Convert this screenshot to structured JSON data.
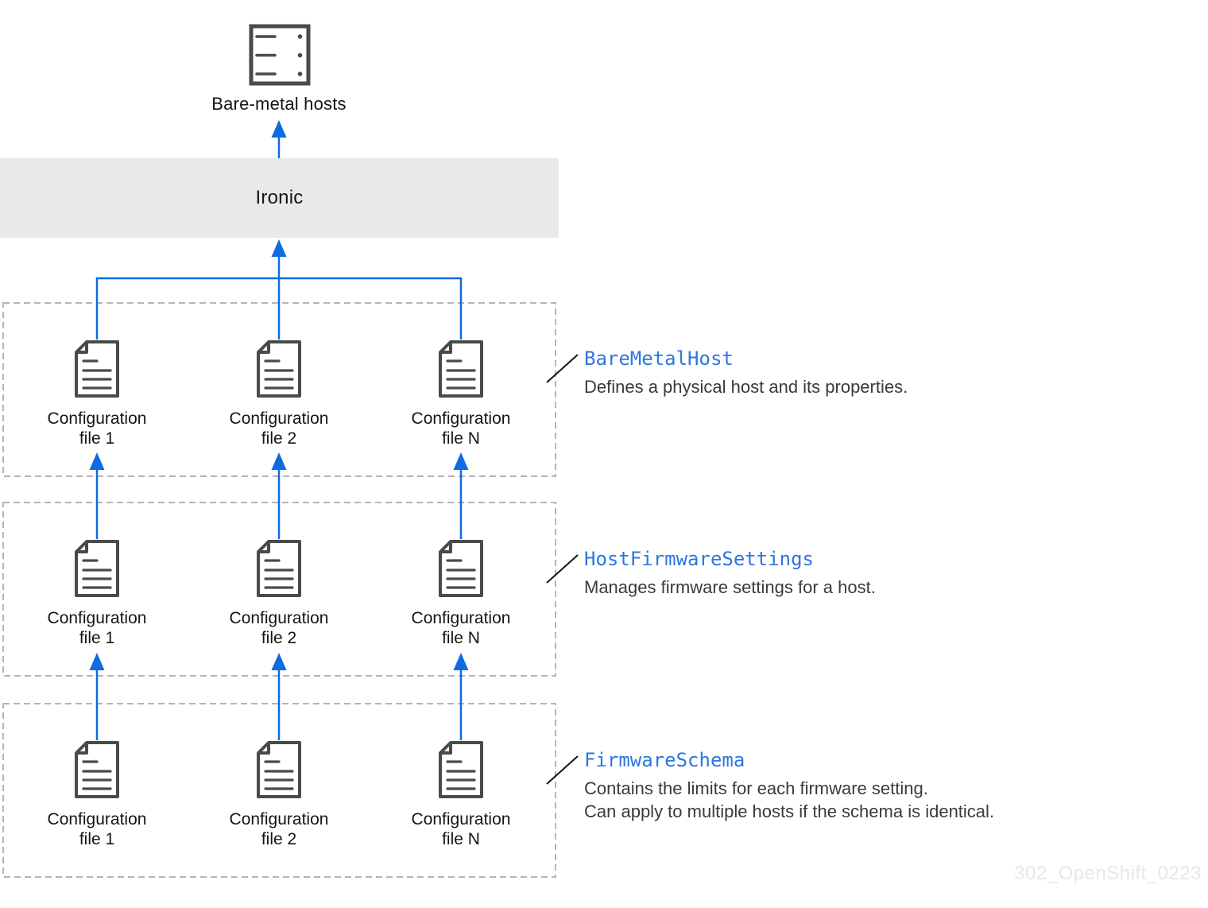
{
  "top_section": {
    "server_label": "Bare-metal hosts",
    "ironic_label": "Ironic"
  },
  "groups": [
    {
      "annotation": {
        "code": "BareMetalHost",
        "desc_lines": [
          "Defines a physical host and its properties."
        ]
      },
      "files": [
        {
          "top": "Configuration",
          "bottom": "file 1"
        },
        {
          "top": "Configuration",
          "bottom": "file 2"
        },
        {
          "top": "Configuration",
          "bottom": "file N"
        }
      ]
    },
    {
      "annotation": {
        "code": "HostFirmwareSettings",
        "desc_lines": [
          "Manages firmware settings for a host."
        ]
      },
      "files": [
        {
          "top": "Configuration",
          "bottom": "file 1"
        },
        {
          "top": "Configuration",
          "bottom": "file 2"
        },
        {
          "top": "Configuration",
          "bottom": "file N"
        }
      ]
    },
    {
      "annotation": {
        "code": "FirmwareSchema",
        "desc_lines": [
          "Contains the limits for each firmware setting.",
          "Can apply to multiple hosts if the schema is identical."
        ]
      },
      "files": [
        {
          "top": "Configuration",
          "bottom": "file 1"
        },
        {
          "top": "Configuration",
          "bottom": "file 2"
        },
        {
          "top": "Configuration",
          "bottom": "file N"
        }
      ]
    }
  ],
  "watermark": "302_OpenShift_0223",
  "colors": {
    "line_blue": "#0e6be0",
    "code_blue": "#2d77e0",
    "bar_gray": "#e9e9e9",
    "icon_stroke": "#4a4a4a",
    "dash_gray": "#b5b5b5",
    "text_dark": "#151515",
    "text_desc": "#3a3a3a"
  }
}
